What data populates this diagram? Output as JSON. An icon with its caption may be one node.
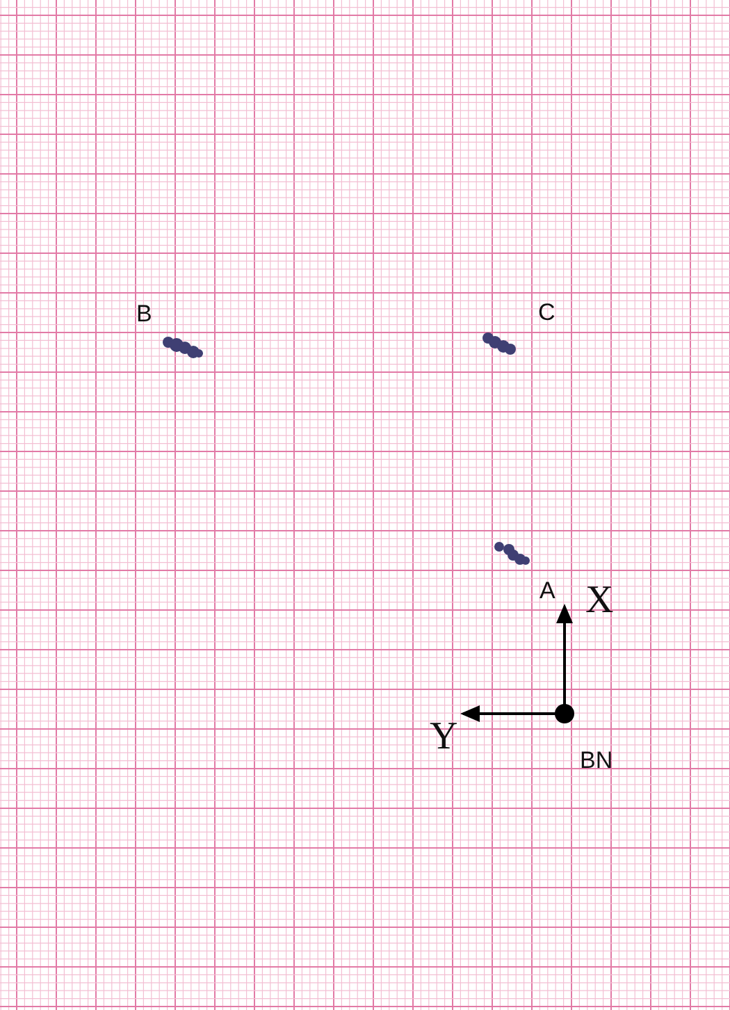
{
  "diagram": {
    "labels": [
      "B",
      "C",
      "A",
      "X",
      "Y",
      "BN"
    ]
  }
}
